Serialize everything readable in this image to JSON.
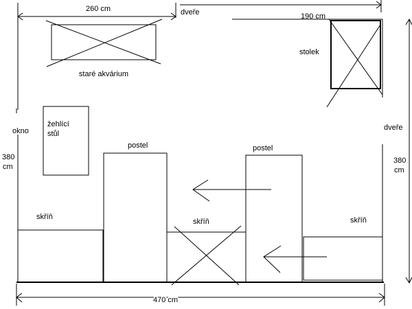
{
  "labels": {
    "dim_top_left": "260 cm",
    "door_top": "dveře",
    "dim_top_right": "190 cm",
    "old_aquarium": "staré akvárium",
    "table": "stolek",
    "window": "okno",
    "ironing_board_line1": "žehlící",
    "ironing_board_line2": "stůl",
    "dim_left_value": "380",
    "dim_left_unit": "cm",
    "door_right": "dveře",
    "dim_right_value": "380",
    "dim_right_unit": "cm",
    "bed_left": "postel",
    "bed_right": "postel",
    "wardrobe_left": "skříň",
    "wardrobe_middle": "skříň",
    "wardrobe_right": "skříň",
    "dim_bottom": "470 cm"
  },
  "colors": {
    "ink": "#000000",
    "paper": "#ffffff"
  }
}
